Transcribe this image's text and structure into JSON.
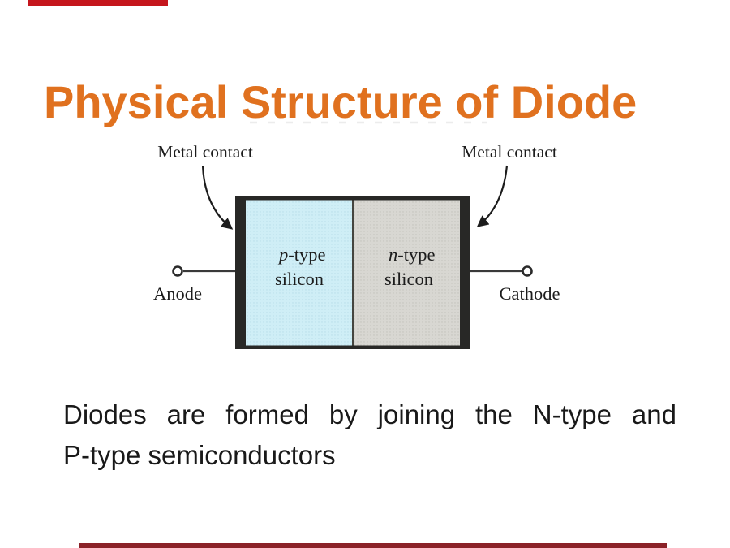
{
  "slide": {
    "title": "Physical Structure of Diode",
    "body_lines": {
      "line1": "Diodes are formed by joining the N-type and",
      "line2": "P-type semiconductors"
    }
  },
  "diagram": {
    "left_contact_label": "Metal contact",
    "right_contact_label": "Metal contact",
    "anode_label": "Anode",
    "cathode_label": "Cathode",
    "p_region": {
      "letter": "p",
      "suffix": "-type",
      "line2": "silicon",
      "fill": "#cfeef6"
    },
    "n_region": {
      "letter": "n",
      "suffix": "-type",
      "line2": "silicon",
      "fill": "#d8d7d2"
    },
    "contact_bar_color": "#282826",
    "junction_color": "#45453f"
  },
  "colors": {
    "title_orange": "#e0711f",
    "body_text": "#191919",
    "top_edge_bar_red": "#c5161d",
    "bottom_edge_bar_maroon": "#8b2228",
    "diagram_ink": "#1c1c1c"
  }
}
